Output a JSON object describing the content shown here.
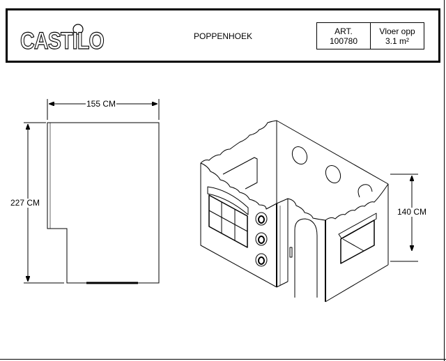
{
  "header": {
    "logo_text": "CASTILO",
    "title": "POPPENHOEK",
    "article_label": "ART.",
    "article_number": "100780",
    "floor_label": "Vloer opp",
    "floor_value": "3.1 m²"
  },
  "dimensions": {
    "width": "155 CM",
    "depth": "227 CM",
    "height": "140 CM"
  }
}
